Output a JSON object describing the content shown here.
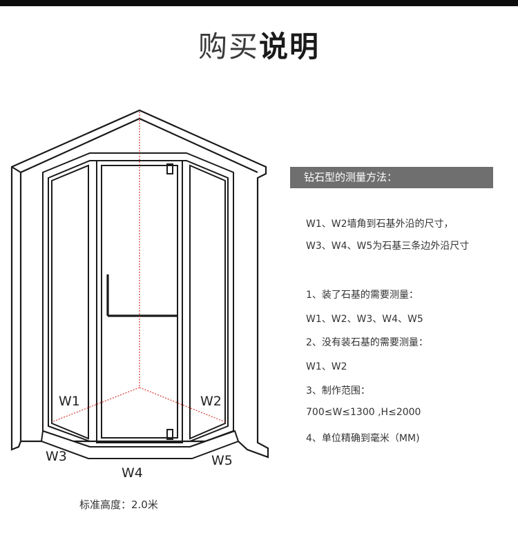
{
  "title": {
    "light": "购买",
    "bold": "说明"
  },
  "diagram": {
    "labels": {
      "w1": "W1",
      "w2": "W2",
      "w3": "W3",
      "w4": "W4",
      "w5": "W5"
    }
  },
  "height_note": "标准高度：2.0米",
  "method": {
    "header": "钻石型的测量方法：",
    "lines": [
      "W1、W2墙角到石基外沿的尺寸，",
      "W3、W4、W5为石基三条边外沿尺寸",
      "1、装了石基的需要测量：",
      "W1、W2、W3、W4、W5",
      "2、没有装石基的需要测量：",
      "W1、W2",
      "3、制作范围：",
      "700≤W≤1300 ,H≤2000",
      "4、单位精确到毫米（MM)"
    ]
  },
  "colors": {
    "top_bar": "#0c0c0c",
    "header_bg": "#6f6f6f",
    "measure_line": "#d9352b"
  }
}
